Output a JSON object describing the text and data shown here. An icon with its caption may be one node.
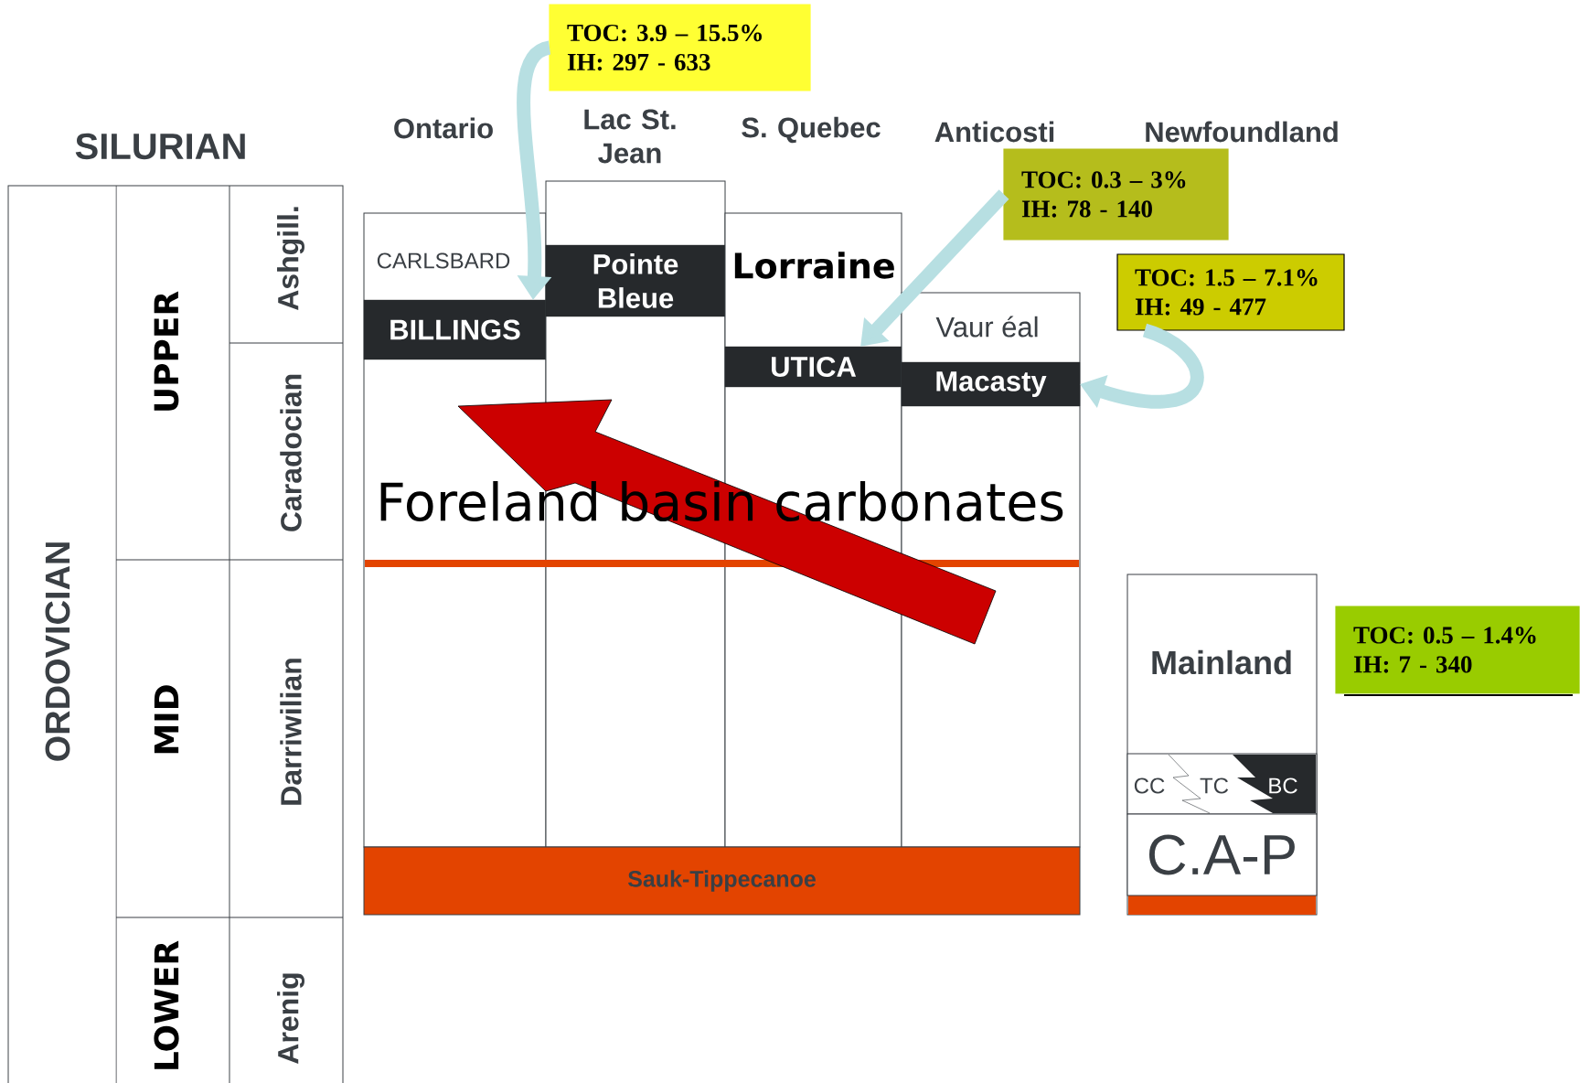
{
  "diagram": {
    "nodes": [
      {
        "text": [
          "Ontario",
          "CARLSBARD"
        ]
      },
      {
        "text": [
          "BILLINGS"
        ],
        "in": 0
      },
      {
        "text": [
          "Lac St. Jean"
        ]
      },
      {
        "text": [
          "Pointe Bleue"
        ],
        "in": 2
      },
      {
        "text": [
          "S. Quebec",
          "Lorraine"
        ]
      },
      {
        "text": [
          "UTICA"
        ],
        "in": 4
      },
      {
        "text": [
          "Vaur éal"
        ]
      },
      {
        "text": [
          "Macasty"
        ],
        "in": 6
      },
      {
        "text": [
          "Sauk-Tippecanoe"
        ]
      },
      {
        "text": [
          "Mainland"
        ]
      },
      {
        "text": [
          "CC",
          "TC",
          "BC"
        ],
        "in": 9
      },
      {
        "text": [
          "C.A-P"
        ],
        "in": 9
      },
      {
        "text": [
          "TOC: 3.9 – 15.5%",
          "IH: 297 - 633"
        ]
      },
      {
        "text": [
          "TOC: 0.3 – 3%",
          "IH: 78 - 140"
        ]
      },
      {
        "text": [
          "TOC: 1.5 – 7.1%",
          "IH: 49 - 477"
        ]
      },
      {
        "text": [
          "TOC: 0.5 – 1.4%",
          "IH: 7 - 340"
        ]
      }
    ],
    "edges": [
      {
        "from": 12,
        "to": 1,
        "arrow": "to"
      },
      {
        "from": 13,
        "to": 5,
        "arrow": "to"
      },
      {
        "from": 14,
        "to": 7,
        "arrow": "to"
      }
    ],
    "labels": [
      "Anticosti",
      "Newfoundland",
      "SILURIAN",
      "ORDOVICIAN",
      "UPPER",
      "Ashgill.",
      "Caradocian",
      "MID",
      "Darriwilian",
      "LOWER",
      "Arenig",
      "Foreland basin carbonates"
    ]
  }
}
